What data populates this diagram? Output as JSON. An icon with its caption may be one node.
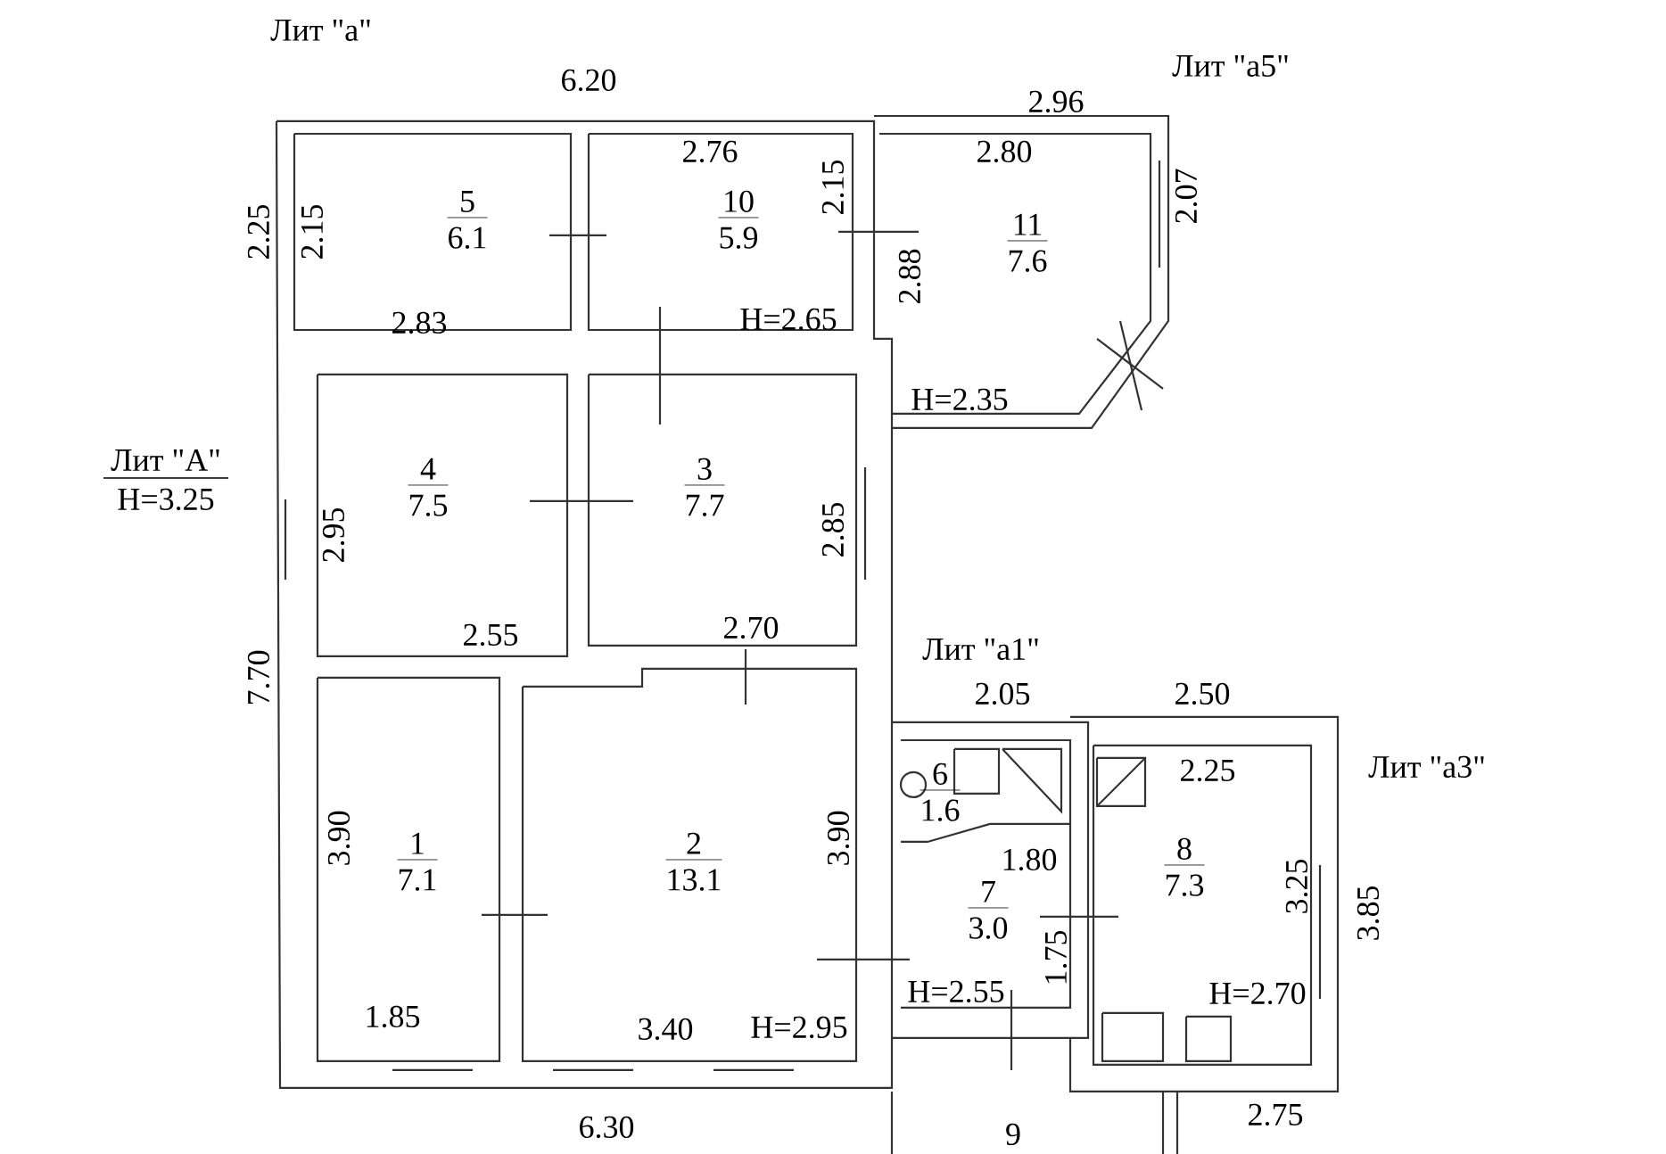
{
  "diagram": {
    "nodes": [
      {
        "text": [
          "5",
          "6.1"
        ]
      },
      {
        "text": [
          "10",
          "5.9"
        ]
      },
      {
        "text": [
          "11",
          "7.6"
        ]
      },
      {
        "text": [
          "4",
          "7.5"
        ]
      },
      {
        "text": [
          "3",
          "7.7"
        ]
      },
      {
        "text": [
          "1",
          "7.1"
        ]
      },
      {
        "text": [
          "2",
          "13.1"
        ]
      },
      {
        "text": [
          "6",
          "1.6"
        ]
      },
      {
        "text": [
          "7",
          "3.0"
        ]
      },
      {
        "text": [
          "8",
          "7.3"
        ]
      },
      {
        "text": [
          "9"
        ]
      }
    ],
    "labels": [
      "Лит \"а\"",
      "6.20",
      "Лит \"а5\"",
      "2.96",
      "2.76",
      "2.80",
      "2.25",
      "2.15",
      "2.15",
      "2.07",
      "2.88",
      "2.83",
      "H=2.65",
      "H=2.35",
      "Лит \"А\"",
      "H=3.25",
      "2.95",
      "2.85",
      "2.55",
      "2.70",
      "7.70",
      "Лит \"а1\"",
      "2.05",
      "2.50",
      "2.25",
      "Лит \"а3\"",
      "1.80",
      "3.90",
      "3.90",
      "3.25",
      "3.85",
      "1.75",
      "H=2.55",
      "H=2.70",
      "1.85",
      "3.40",
      "H=2.95",
      "6.30",
      "2.75"
    ]
  }
}
